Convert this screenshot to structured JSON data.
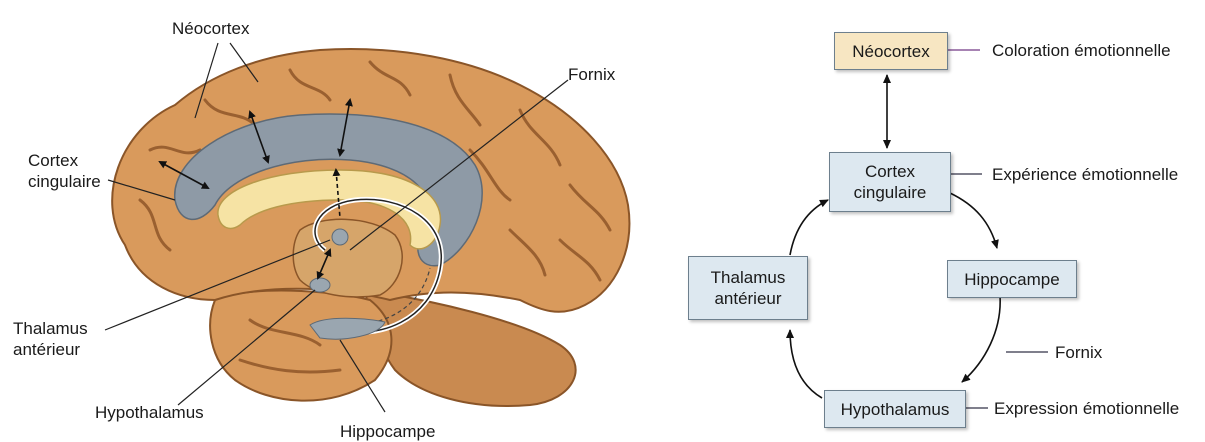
{
  "brain_labels": {
    "neocortex": "Néocortex",
    "fornix": "Fornix",
    "cingulate": "Cortex\ncingulaire",
    "thalamus": "Thalamus\nantérieur",
    "hypothalamus": "Hypothalamus",
    "hippocampus": "Hippocampe"
  },
  "circuit": {
    "boxes": {
      "neocortex": "Néocortex",
      "cingulate": "Cortex\ncingulaire",
      "hippocampus": "Hippocampe",
      "thalamus": "Thalamus\nantérieur",
      "hypothalamus": "Hypothalamus"
    },
    "annotations": {
      "neocortex": "Coloration émotionnelle",
      "cingulate": "Expérience émotionnelle",
      "fornix": "Fornix",
      "hypothalamus": "Expression émotionnelle"
    }
  },
  "colors": {
    "cortex": "#d99a5c",
    "cortex_dark": "#a86a35",
    "cingulate_gray": "#8e9aa6",
    "corpus_callosum": "#f6e3a4",
    "box_fill": "#dde8f0",
    "neocortex_box_fill": "#f7e6c2",
    "box_border": "#6d7f8d",
    "pointer_line": "#8a5a9a"
  }
}
